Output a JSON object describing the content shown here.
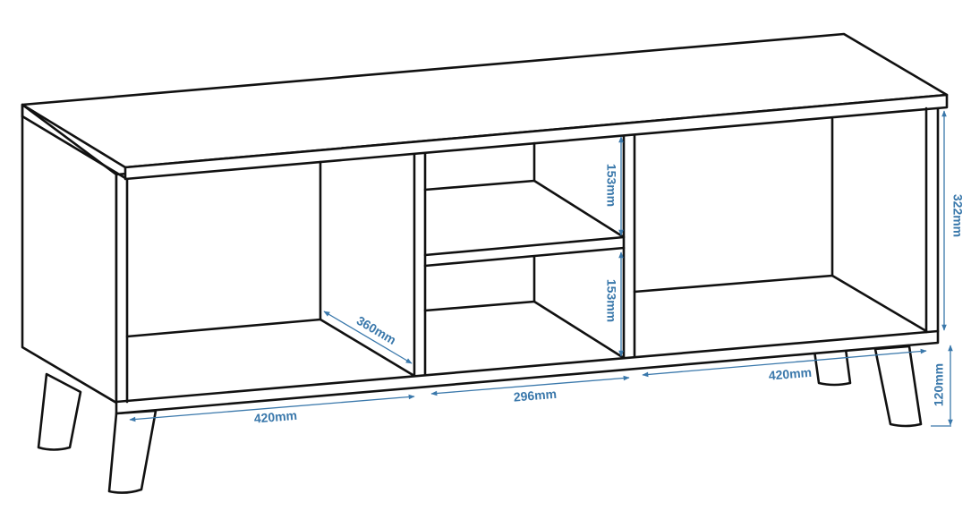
{
  "colors": {
    "outline": "#111111",
    "dimension": "#3a78ab",
    "background": "#ffffff"
  },
  "dimensions": {
    "depth": "360mm",
    "left_width": "420mm",
    "middle_width": "296mm",
    "right_width": "420mm",
    "upper_shelf_height": "153mm",
    "lower_shelf_height": "153mm",
    "inner_height": "322mm",
    "leg_height": "120mm"
  }
}
